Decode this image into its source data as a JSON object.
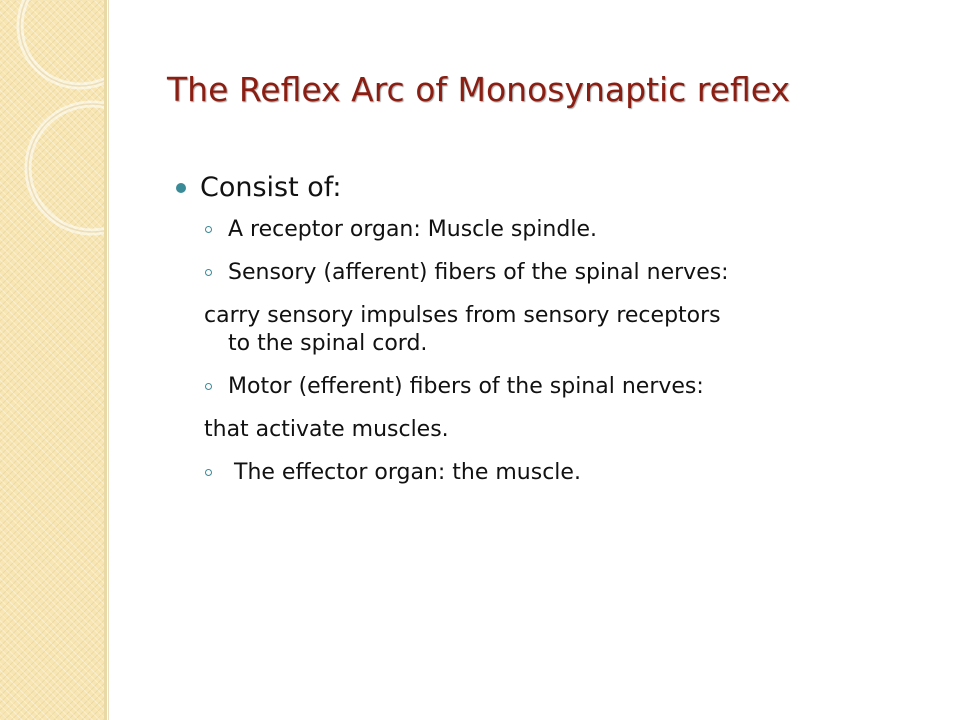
{
  "slide": {
    "title": "The Reflex Arc of Monosynaptic reflex",
    "bullet": "Consist of:",
    "items": [
      {
        "kind": "sub",
        "text": "A receptor organ: Muscle spindle."
      },
      {
        "kind": "sub",
        "text": "Sensory (afferent) fibers of the spinal nerves:"
      },
      {
        "kind": "cont",
        "line1": "carry sensory impulses from sensory receptors",
        "line2": "to the spinal cord."
      },
      {
        "kind": "sub",
        "text": "Motor (efferent) fibers of the spinal nerves:"
      },
      {
        "kind": "cont",
        "line1": "that activate muscles."
      },
      {
        "kind": "sub",
        "text": "The effector organ: the muscle."
      }
    ]
  },
  "theme": {
    "title_color": "#8b1e12",
    "bullet_color": "#3a8a97",
    "band_color": "#f7e6b3"
  }
}
